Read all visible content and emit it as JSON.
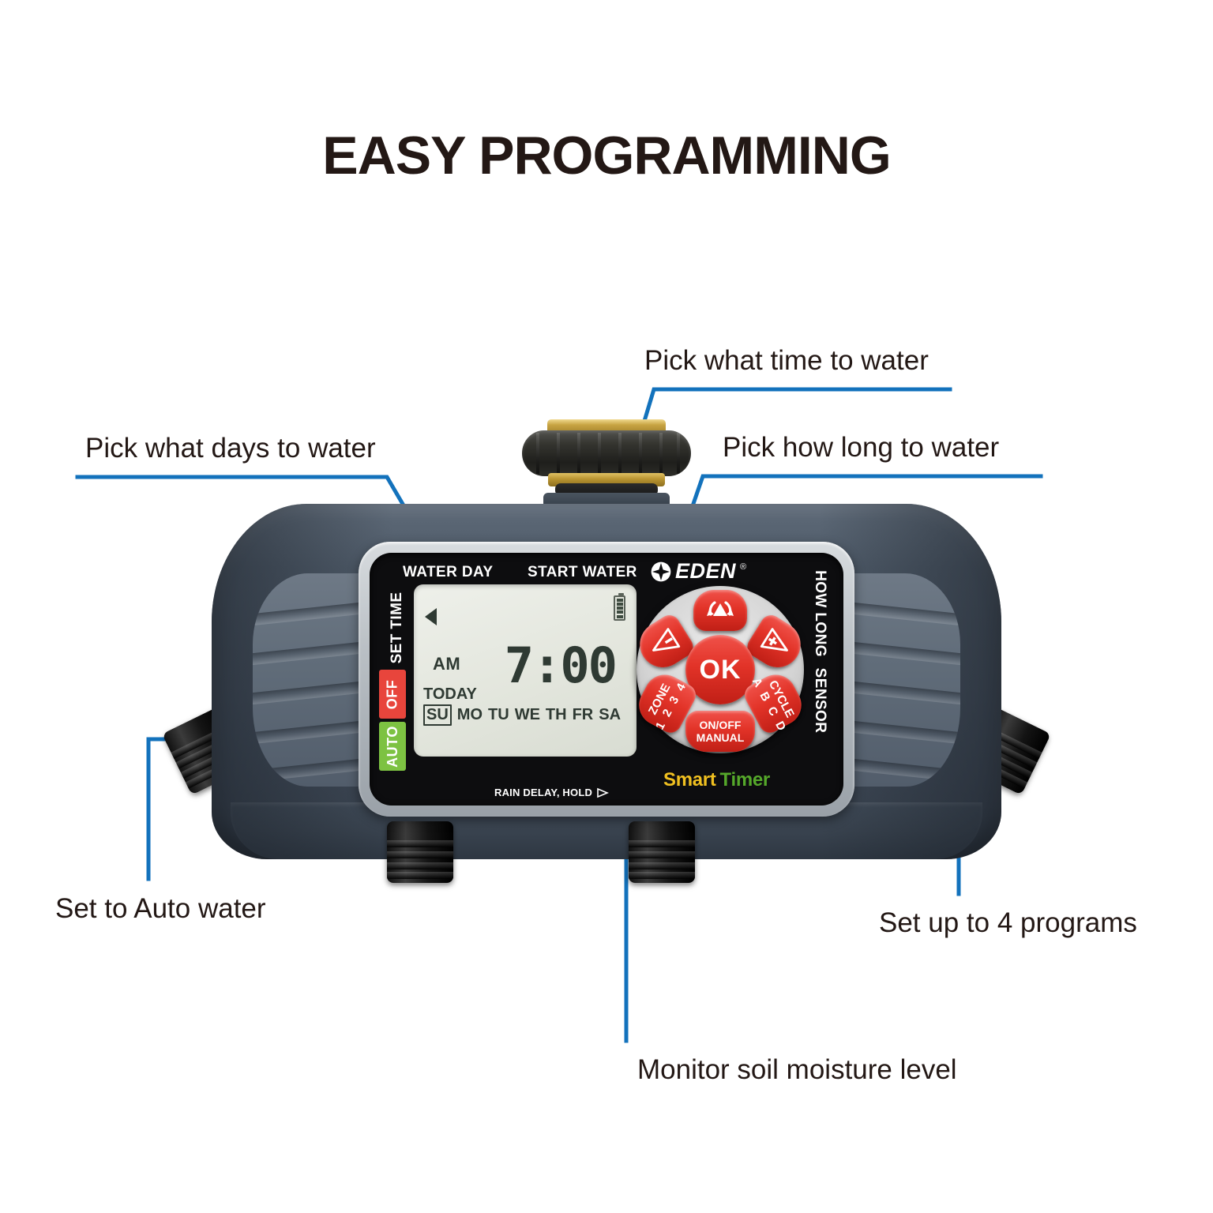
{
  "page": {
    "title": "EASY PROGRAMMING",
    "accent_blue": "#1372bc",
    "text_color": "#231815",
    "background": "#ffffff"
  },
  "callouts": [
    {
      "id": "days",
      "label": "Pick what days to water"
    },
    {
      "id": "time",
      "label": "Pick what time to water"
    },
    {
      "id": "howlong",
      "label": "Pick how long to water"
    },
    {
      "id": "auto",
      "label": "Set to Auto water"
    },
    {
      "id": "sensor",
      "label": "Monitor soil moisture level"
    },
    {
      "id": "programs",
      "label": "Set up to 4 programs"
    }
  ],
  "device": {
    "brand": {
      "name": "EDEN",
      "registered": "®",
      "mark_icon": "compass-star-icon"
    },
    "wordmark": {
      "part1": "Smart",
      "part1_color": "#f0c020",
      "part2": "Timer",
      "part2_color": "#55a82a"
    },
    "face_labels": {
      "water_day": "WATER DAY",
      "start_water": "START WATER",
      "set_time": "SET TIME",
      "how_long": "HOW LONG",
      "sensor": "SENSOR",
      "rain_delay": "RAIN DELAY, HOLD"
    },
    "mode_chips": [
      {
        "label": "OFF",
        "color": "#e8453c"
      },
      {
        "label": "AUTO",
        "color": "#7dc242"
      }
    ],
    "lcd": {
      "meridiem": "AM",
      "time": "7:00",
      "today_label": "TODAY",
      "days": [
        "SU",
        "MO",
        "TU",
        "WE",
        "TH",
        "FR",
        "SA"
      ],
      "active_day": "SU",
      "battery_icon": "battery-full-icon",
      "cursor_icon": "left-triangle-icon"
    },
    "keypad": {
      "ok": "OK",
      "top_icon": "cycle-rotate-up-icon",
      "left_icon": "minus-left-triangle-icon",
      "right_icon": "plus-right-triangle-icon",
      "zone": {
        "line1": "ZONE",
        "line2": "1 2 3 4"
      },
      "cycle": {
        "line1": "CYCLE",
        "line2": "A B C D"
      },
      "manual": {
        "line1": "ON/OFF",
        "line2": "MANUAL"
      },
      "button_color": "#e23328"
    },
    "ports": {
      "inlet_label": "brass-inlet-fitting",
      "outlet_count": 4
    }
  }
}
